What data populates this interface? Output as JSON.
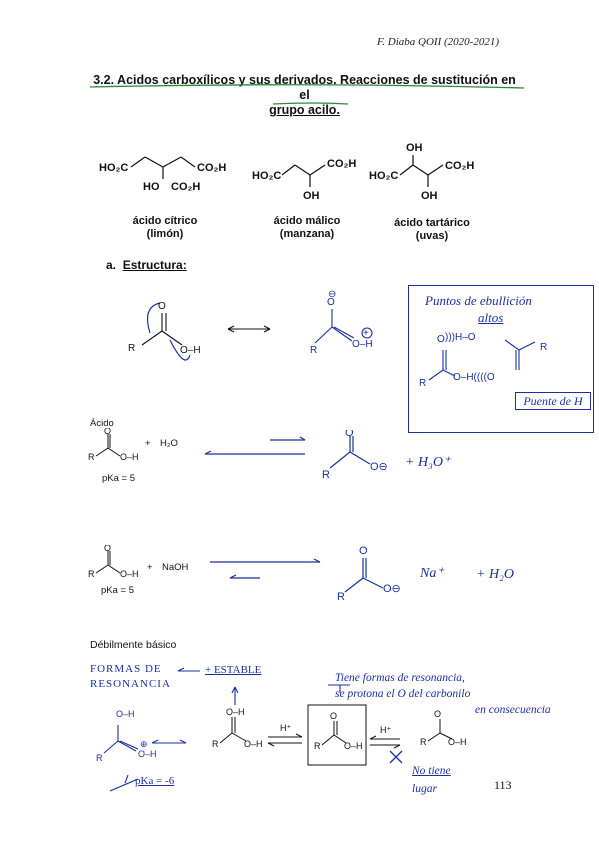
{
  "header": {
    "author": "F. Diaba QOII (2020-2021)"
  },
  "title": {
    "line1": "3.2. Acidos carboxílicos y sus derivados. Reacciones de sustitución en el",
    "line2": "grupo acilo."
  },
  "acids": [
    {
      "name": "ácido cítrico",
      "source": "(limón)"
    },
    {
      "name": "ácido málico",
      "source": "(manzana)"
    },
    {
      "name": "ácido tartárico",
      "source": "(uvas)"
    }
  ],
  "formula_labels": {
    "co2h": "CO₂H",
    "ho2c": "HO₂C",
    "ho": "HO",
    "oh": "OH"
  },
  "section_a": {
    "label": "a.",
    "title": "Estructura:"
  },
  "acid_section": {
    "label": "Ácido",
    "plus": "+",
    "water": "H₂O",
    "pka": "pKa = 5",
    "naoh": "NaOH"
  },
  "weak_base": {
    "label": "Débilmente básico"
  },
  "handwritten": {
    "boiling_title": "Puntos de ebullición",
    "boiling_sub": "altos",
    "hbond": "Puente de H",
    "h3o": "+ H₃O⁺",
    "na": "Na⁺",
    "h2o": "+ H₂O",
    "formas": "FORMAS DE",
    "resonancia": "RESONANCIA",
    "estable": "+ ESTABLE",
    "note1": "Tiene formas de resonancia,",
    "note2": "se protona el O del carbonilo",
    "note3": "en consecuencia",
    "no_tiene": "No tiene",
    "lugar": "lugar",
    "pka_note": "pKa = -6"
  },
  "reagents": {
    "h_plus": "H⁺"
  },
  "page_number": "113"
}
